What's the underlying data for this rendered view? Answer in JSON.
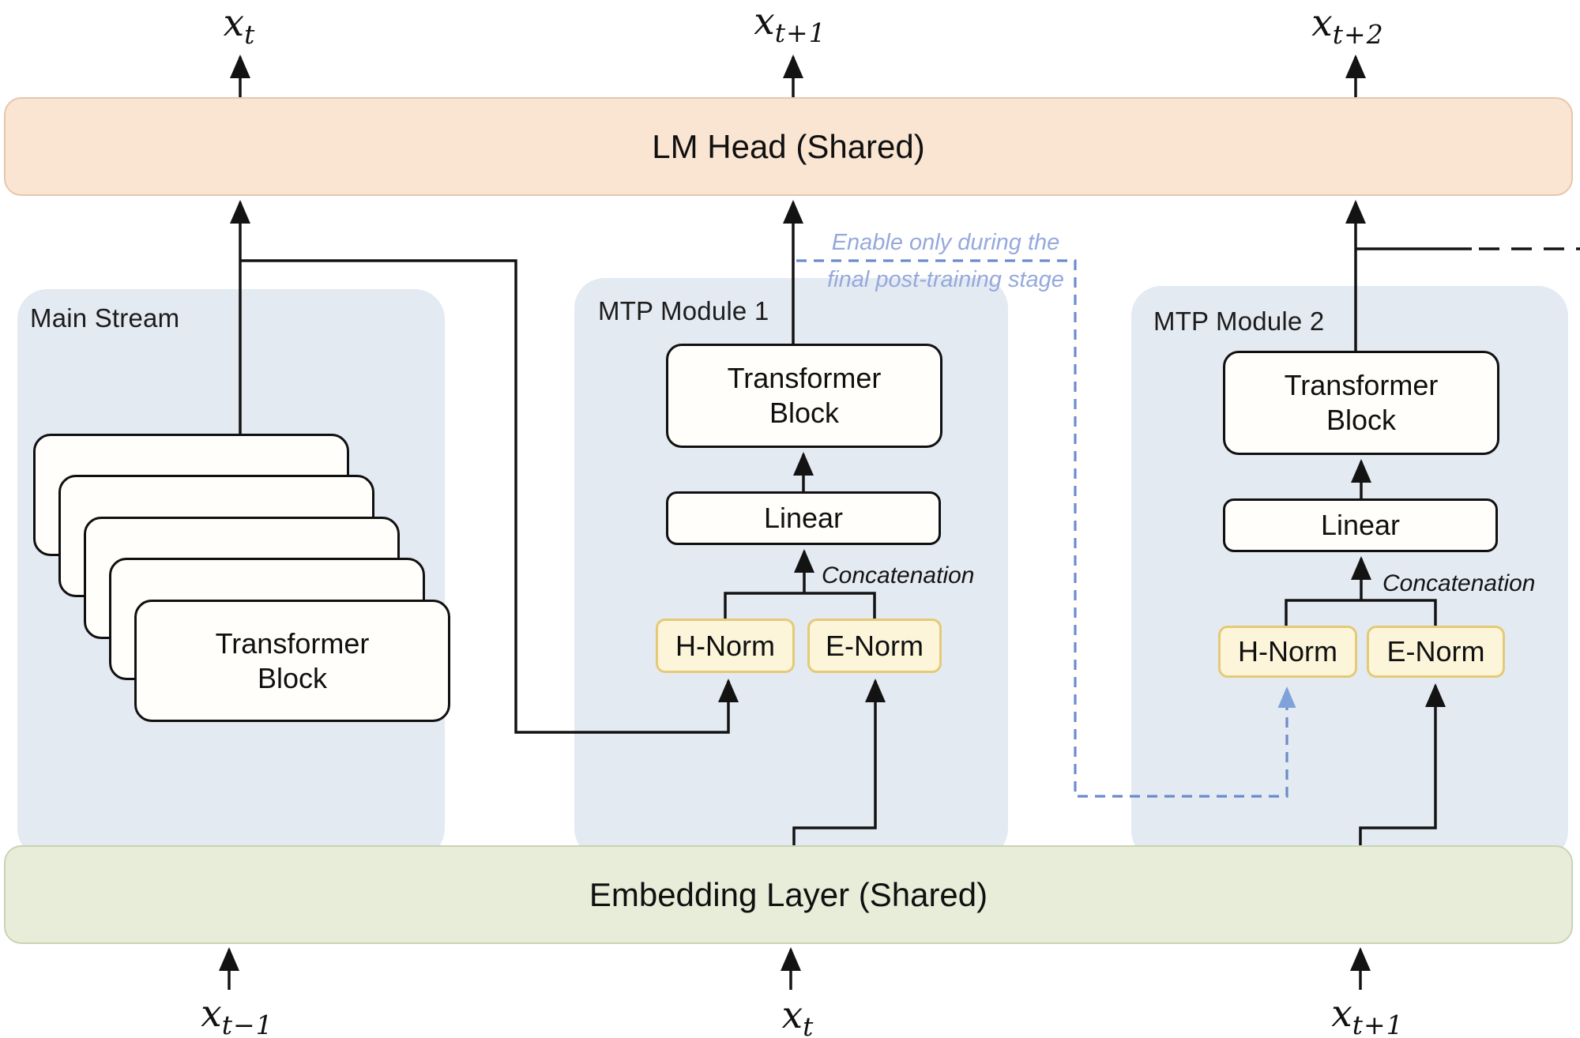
{
  "colors": {
    "peach": "#f9e5d2",
    "peachBorder": "#e6c7ab",
    "green": "#e7edd8",
    "greenBorder": "#c9d4b3",
    "panel": "#e4eaf2",
    "cream": "#fcf5da",
    "creamBorder": "#e4ca76",
    "ink": "#131313",
    "blueLine": "#6b8ccb",
    "blueText": "#95a9dc"
  },
  "lm_head": {
    "label": "LM Head (Shared)"
  },
  "embedding": {
    "label": "Embedding Layer (Shared)"
  },
  "outputs_top": [
    {
      "base": "x",
      "sub": "t"
    },
    {
      "base": "x",
      "sub": "t+1"
    },
    {
      "base": "x",
      "sub": "t+2"
    }
  ],
  "inputs_bottom": [
    {
      "base": "x",
      "sub": "t−1"
    },
    {
      "base": "x",
      "sub": "t"
    },
    {
      "base": "x",
      "sub": "t+1"
    }
  ],
  "main_stream": {
    "title": "Main Stream",
    "block_line1": "Transformer",
    "block_line2": "Block"
  },
  "module1": {
    "title": "MTP Module 1",
    "block_line1": "Transformer",
    "block_line2": "Block",
    "linear": "Linear",
    "concatenation": "Concatenation",
    "h_norm": "H-Norm",
    "e_norm": "E-Norm"
  },
  "module2": {
    "title": "MTP Module 2",
    "block_line1": "Transformer",
    "block_line2": "Block",
    "linear": "Linear",
    "concatenation": "Concatenation",
    "h_norm": "H-Norm",
    "e_norm": "E-Norm"
  },
  "annotation": {
    "line1": "Enable only during the",
    "line2": "final post-training stage"
  }
}
